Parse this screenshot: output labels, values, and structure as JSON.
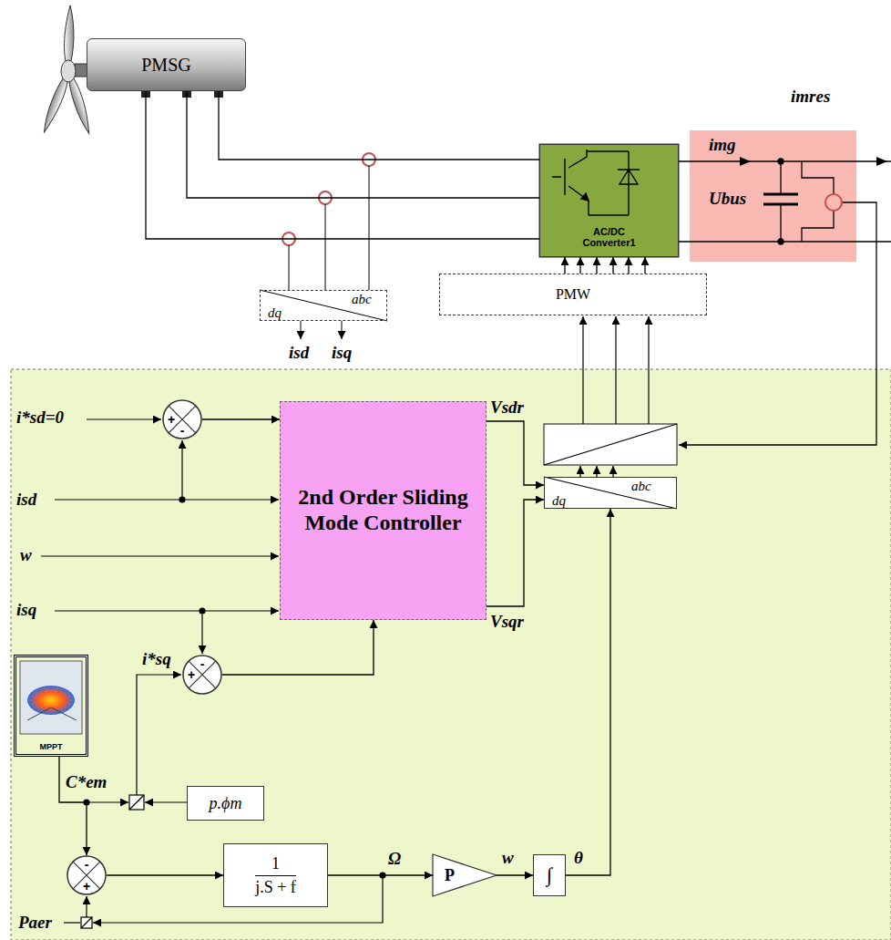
{
  "diagram": {
    "nodes": [
      {
        "text": [
          "PMSG"
        ]
      },
      {
        "text": [
          "AC/DC Converter1"
        ]
      },
      {
        "text": [
          "abc",
          "dq"
        ]
      },
      {
        "text": [
          "PMW"
        ]
      },
      {
        "text": [
          "+",
          "-"
        ]
      },
      {
        "text": [
          "2nd Order Sliding Mode Controller"
        ]
      },
      {
        "text": [
          "abc",
          "dq"
        ]
      },
      {
        "text": [
          "MPPT"
        ]
      },
      {
        "text": [
          "-",
          "+"
        ]
      },
      {
        "text": [
          "p.ϕm"
        ]
      },
      {
        "text": [
          "-",
          "+"
        ]
      },
      {
        "text": [
          "1",
          "j.S + f"
        ]
      },
      {
        "text": [
          "P"
        ]
      },
      {
        "text": [
          "∫"
        ]
      }
    ],
    "edges": [
      {
        "from": 0,
        "to": 1,
        "arrow": "none"
      },
      {
        "from": 0,
        "to": 1,
        "arrow": "none"
      },
      {
        "from": 0,
        "to": 1,
        "arrow": "none"
      },
      {
        "from": 3,
        "to": 1,
        "arrow": "to"
      },
      {
        "from": 3,
        "to": 1,
        "arrow": "to"
      },
      {
        "from": 3,
        "to": 1,
        "arrow": "to"
      },
      {
        "from": 3,
        "to": 1,
        "arrow": "to"
      },
      {
        "from": 3,
        "to": 1,
        "arrow": "to"
      },
      {
        "from": 3,
        "to": 1,
        "arrow": "to"
      },
      {
        "from": 4,
        "to": 5,
        "arrow": "to"
      },
      {
        "from": 8,
        "to": 5,
        "arrow": "to"
      },
      {
        "from": 5,
        "to": 6,
        "arrow": "to",
        "label": "Vsdr"
      },
      {
        "from": 5,
        "to": 6,
        "arrow": "to",
        "label": "Vsqr"
      },
      {
        "from": 7,
        "to": 10,
        "arrow": "to"
      },
      {
        "from": 10,
        "to": 11,
        "arrow": "to"
      },
      {
        "from": 11,
        "to": 12,
        "arrow": "to",
        "label": "Ω"
      },
      {
        "from": 12,
        "to": 13,
        "arrow": "to",
        "label": "w"
      },
      {
        "from": 13,
        "to": 6,
        "arrow": "to",
        "label": "θ"
      }
    ],
    "labels": [
      "imres",
      "img",
      "Ubus",
      "isd",
      "isq",
      "i*sd=0",
      "isd",
      "w",
      "isq",
      "i*sq",
      "C*em",
      "Paer"
    ]
  }
}
